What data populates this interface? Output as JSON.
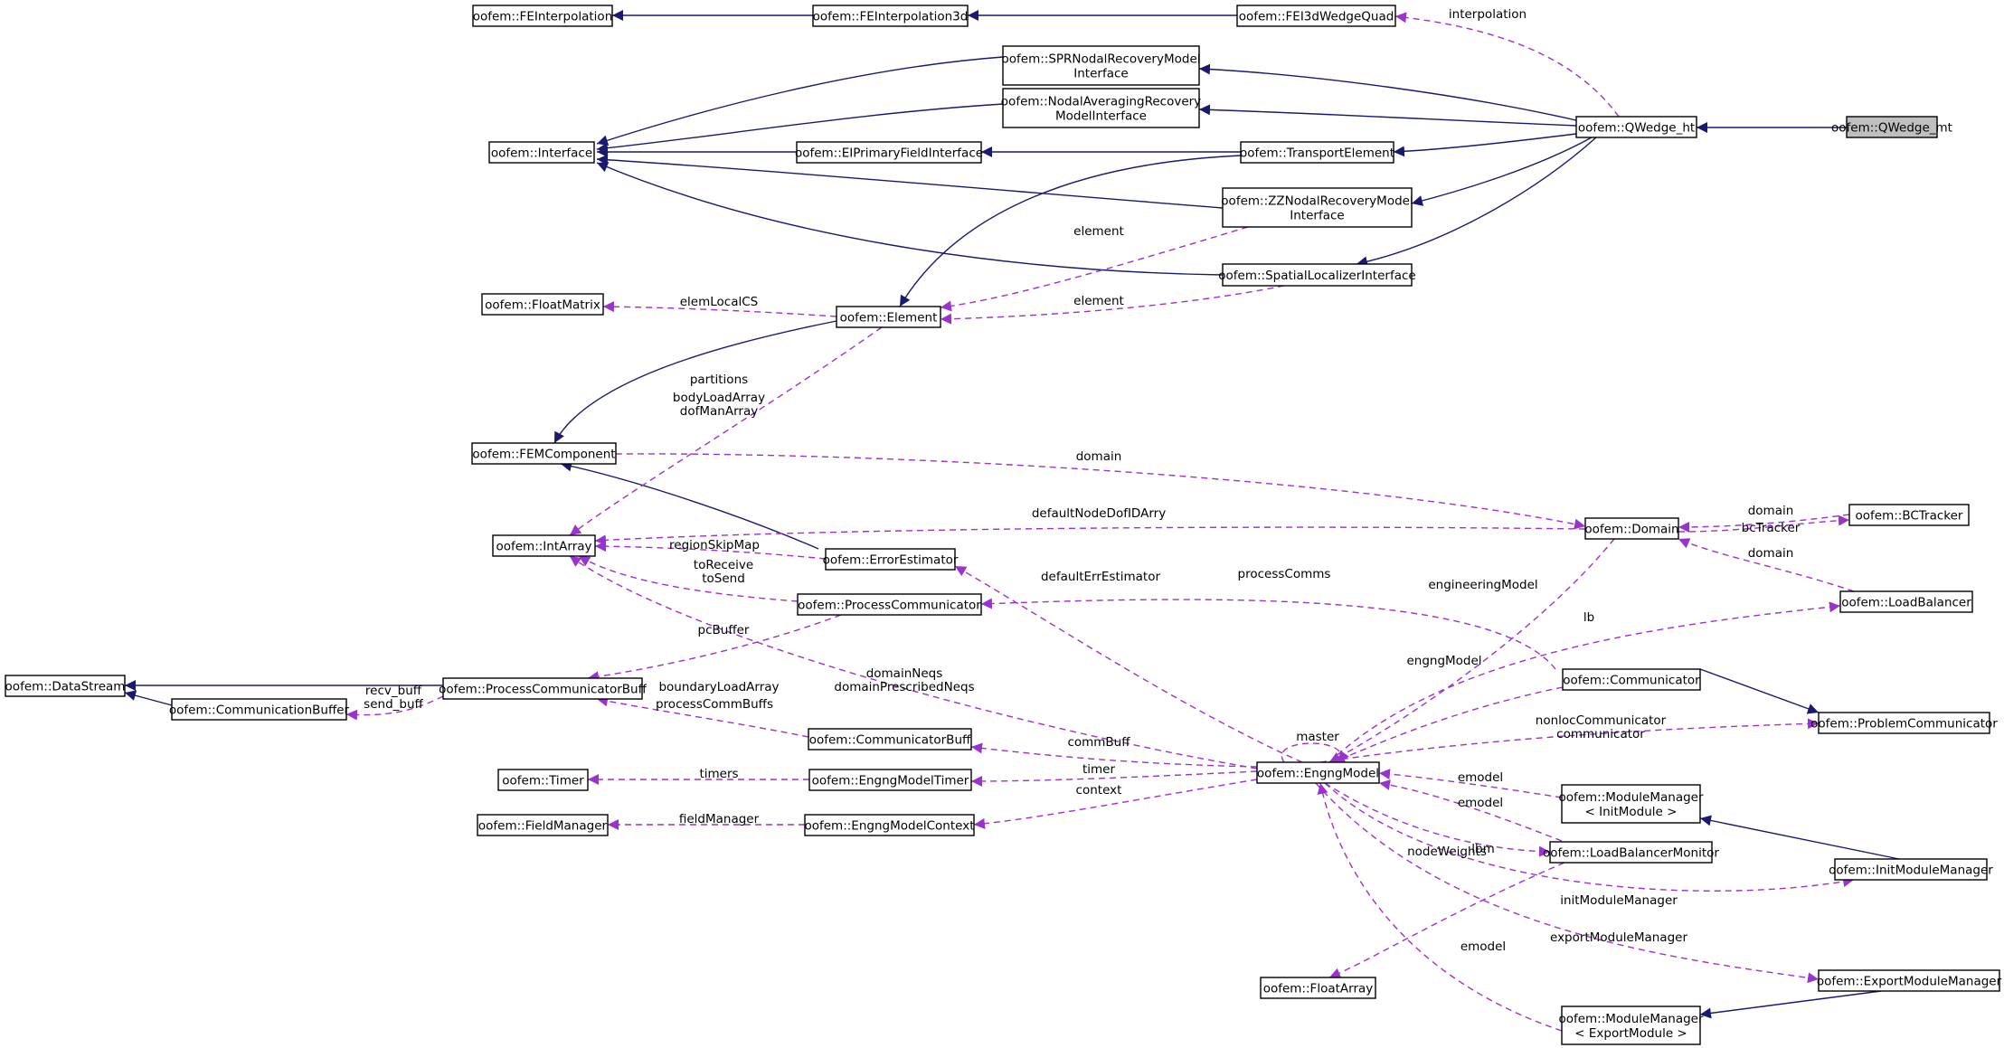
{
  "nodes": [
    {
      "id": "QWedge_mt",
      "lines": [
        "oofem::QWedge_mt"
      ],
      "current": true
    },
    {
      "id": "QWedge_ht",
      "lines": [
        "oofem::QWedge_ht"
      ]
    },
    {
      "id": "FEInterpolation",
      "lines": [
        "oofem::FEInterpolation"
      ]
    },
    {
      "id": "FEInterpolation3d",
      "lines": [
        "oofem::FEInterpolation3d"
      ]
    },
    {
      "id": "FEI3dWedgeQuad",
      "lines": [
        "oofem::FEI3dWedgeQuad"
      ]
    },
    {
      "id": "SPR",
      "lines": [
        "oofem::SPRNodalRecoveryModel",
        "Interface"
      ]
    },
    {
      "id": "NodalAvg",
      "lines": [
        "oofem::NodalAveragingRecovery",
        "ModelInterface"
      ]
    },
    {
      "id": "Interface",
      "lines": [
        "oofem::Interface"
      ]
    },
    {
      "id": "EIPrimary",
      "lines": [
        "oofem::EIPrimaryFieldInterface"
      ]
    },
    {
      "id": "TransportElement",
      "lines": [
        "oofem::TransportElement"
      ]
    },
    {
      "id": "ZZ",
      "lines": [
        "oofem::ZZNodalRecoveryModel",
        "Interface"
      ]
    },
    {
      "id": "SpatialLoc",
      "lines": [
        "oofem::SpatialLocalizerInterface"
      ]
    },
    {
      "id": "FloatMatrix",
      "lines": [
        "oofem::FloatMatrix"
      ]
    },
    {
      "id": "Element",
      "lines": [
        "oofem::Element"
      ]
    },
    {
      "id": "FEMComponent",
      "lines": [
        "oofem::FEMComponent"
      ]
    },
    {
      "id": "Domain",
      "lines": [
        "oofem::Domain"
      ]
    },
    {
      "id": "BCTracker",
      "lines": [
        "oofem::BCTracker"
      ]
    },
    {
      "id": "IntArray",
      "lines": [
        "oofem::IntArray"
      ]
    },
    {
      "id": "ErrorEstimator",
      "lines": [
        "oofem::ErrorEstimator"
      ]
    },
    {
      "id": "ProcessCommunicator",
      "lines": [
        "oofem::ProcessCommunicator"
      ]
    },
    {
      "id": "LoadBalancer",
      "lines": [
        "oofem::LoadBalancer"
      ]
    },
    {
      "id": "DataStream",
      "lines": [
        "oofem::DataStream"
      ]
    },
    {
      "id": "PCBuff",
      "lines": [
        "oofem::ProcessCommunicatorBuff"
      ]
    },
    {
      "id": "CommBuffer",
      "lines": [
        "oofem::CommunicationBuffer"
      ]
    },
    {
      "id": "Communicator",
      "lines": [
        "oofem::Communicator"
      ]
    },
    {
      "id": "ProblemComm",
      "lines": [
        "oofem::ProblemCommunicator"
      ]
    },
    {
      "id": "CommBuff",
      "lines": [
        "oofem::CommunicatorBuff"
      ]
    },
    {
      "id": "Timer",
      "lines": [
        "oofem::Timer"
      ]
    },
    {
      "id": "EMTimer",
      "lines": [
        "oofem::EngngModelTimer"
      ]
    },
    {
      "id": "EngngModel",
      "lines": [
        "oofem::EngngModel"
      ]
    },
    {
      "id": "FieldManager",
      "lines": [
        "oofem::FieldManager"
      ]
    },
    {
      "id": "EMContext",
      "lines": [
        "oofem::EngngModelContext"
      ]
    },
    {
      "id": "MMInit",
      "lines": [
        "oofem::ModuleManager",
        "< InitModule >"
      ]
    },
    {
      "id": "LBMonitor",
      "lines": [
        "oofem::LoadBalancerMonitor"
      ]
    },
    {
      "id": "InitMM",
      "lines": [
        "oofem::InitModuleManager"
      ]
    },
    {
      "id": "FloatArray",
      "lines": [
        "oofem::FloatArray"
      ]
    },
    {
      "id": "ExportMM",
      "lines": [
        "oofem::ExportModuleManager"
      ]
    },
    {
      "id": "MMExport",
      "lines": [
        "oofem::ModuleManager",
        "< ExportModule >"
      ]
    }
  ],
  "edges": [
    {
      "id": "e1",
      "type": "inheritance",
      "labels": []
    },
    {
      "id": "e2",
      "type": "inheritance",
      "labels": []
    },
    {
      "id": "e3",
      "type": "inheritance",
      "labels": []
    },
    {
      "id": "e4",
      "type": "inheritance",
      "labels": []
    },
    {
      "id": "e5",
      "type": "inheritance",
      "labels": []
    },
    {
      "id": "e6",
      "type": "inheritance",
      "labels": []
    },
    {
      "id": "e7",
      "type": "inheritance",
      "labels": []
    },
    {
      "id": "e8",
      "type": "inheritance",
      "labels": []
    },
    {
      "id": "e9",
      "type": "inheritance",
      "labels": []
    },
    {
      "id": "e10",
      "type": "inheritance",
      "labels": []
    },
    {
      "id": "e11",
      "type": "inheritance",
      "labels": []
    },
    {
      "id": "e12",
      "type": "inheritance",
      "labels": []
    },
    {
      "id": "e13",
      "type": "inheritance",
      "labels": []
    },
    {
      "id": "e14",
      "type": "inheritance",
      "labels": []
    },
    {
      "id": "e15",
      "type": "inheritance",
      "labels": []
    },
    {
      "id": "e16",
      "type": "inheritance",
      "labels": []
    },
    {
      "id": "e17",
      "type": "inheritance",
      "labels": []
    },
    {
      "id": "e18",
      "type": "inheritance",
      "labels": []
    },
    {
      "id": "e19",
      "type": "inheritance",
      "labels": []
    },
    {
      "id": "e20",
      "type": "inheritance",
      "labels": []
    },
    {
      "id": "e21",
      "type": "inheritance",
      "labels": []
    },
    {
      "id": "e22",
      "type": "inheritance",
      "labels": []
    },
    {
      "id": "u1",
      "type": "usage",
      "labels": [
        "interpolation"
      ]
    },
    {
      "id": "u2",
      "type": "usage",
      "labels": [
        "element"
      ]
    },
    {
      "id": "u3",
      "type": "usage",
      "labels": [
        "element"
      ]
    },
    {
      "id": "u4",
      "type": "usage",
      "labels": [
        "elemLocalCS"
      ]
    },
    {
      "id": "u5",
      "type": "usage",
      "labels": [
        "boundaryLoadArray",
        "partitions",
        "bodyLoadArray",
        "dofManArray"
      ]
    },
    {
      "id": "u6",
      "type": "usage",
      "labels": [
        "domain"
      ]
    },
    {
      "id": "u7",
      "type": "usage",
      "labels": [
        "defaultNodeDofIDArry"
      ]
    },
    {
      "id": "u8",
      "type": "usage",
      "labels": [
        "domain"
      ]
    },
    {
      "id": "u9",
      "type": "usage",
      "labels": [
        "bcTracker"
      ]
    },
    {
      "id": "u10",
      "type": "usage",
      "labels": [
        "domain"
      ]
    },
    {
      "id": "u11",
      "type": "usage",
      "labels": [
        "regionSkipMap"
      ]
    },
    {
      "id": "u12",
      "type": "usage",
      "labels": [
        "toReceive",
        "toSend"
      ]
    },
    {
      "id": "u13",
      "type": "usage",
      "labels": [
        "defaultErrEstimator"
      ]
    },
    {
      "id": "u14",
      "type": "usage",
      "labels": [
        "processComms"
      ]
    },
    {
      "id": "u15",
      "type": "usage",
      "labels": [
        "engineeringModel"
      ]
    },
    {
      "id": "u16",
      "type": "usage",
      "labels": [
        "lb"
      ]
    },
    {
      "id": "u17",
      "type": "usage",
      "labels": [
        "pcBuffer"
      ]
    },
    {
      "id": "u18",
      "type": "usage",
      "labels": [
        "recv_buff",
        "send_buff"
      ]
    },
    {
      "id": "u19",
      "type": "usage",
      "labels": [
        "domainNeqs",
        "domainPrescribedNeqs"
      ]
    },
    {
      "id": "u20",
      "type": "usage",
      "labels": [
        "processCommBuffs"
      ]
    },
    {
      "id": "u21",
      "type": "usage",
      "labels": [
        "engngModel"
      ]
    },
    {
      "id": "u22",
      "type": "usage",
      "labels": [
        "nonlocCommunicator",
        "communicator"
      ]
    },
    {
      "id": "u23",
      "type": "usage",
      "labels": [
        "master"
      ]
    },
    {
      "id": "u24",
      "type": "usage",
      "labels": [
        "commBuff"
      ]
    },
    {
      "id": "u25",
      "type": "usage",
      "labels": [
        "timers"
      ]
    },
    {
      "id": "u26",
      "type": "usage",
      "labels": [
        "timer"
      ]
    },
    {
      "id": "u27",
      "type": "usage",
      "labels": [
        "fieldManager"
      ]
    },
    {
      "id": "u28",
      "type": "usage",
      "labels": [
        "context"
      ]
    },
    {
      "id": "u29",
      "type": "usage",
      "labels": [
        "emodel"
      ]
    },
    {
      "id": "u30",
      "type": "usage",
      "labels": [
        "emodel"
      ]
    },
    {
      "id": "u31",
      "type": "usage",
      "labels": [
        "lbm"
      ]
    },
    {
      "id": "u32",
      "type": "usage",
      "labels": [
        "nodeWeights"
      ]
    },
    {
      "id": "u33",
      "type": "usage",
      "labels": [
        "initModuleManager"
      ]
    },
    {
      "id": "u34",
      "type": "usage",
      "labels": [
        "exportModuleManager"
      ]
    },
    {
      "id": "u35",
      "type": "usage",
      "labels": [
        "emodel"
      ]
    }
  ],
  "colors": {
    "inheritance": "#191970",
    "usage": "#9a32cd",
    "current_fill": "#bfbfbf"
  }
}
